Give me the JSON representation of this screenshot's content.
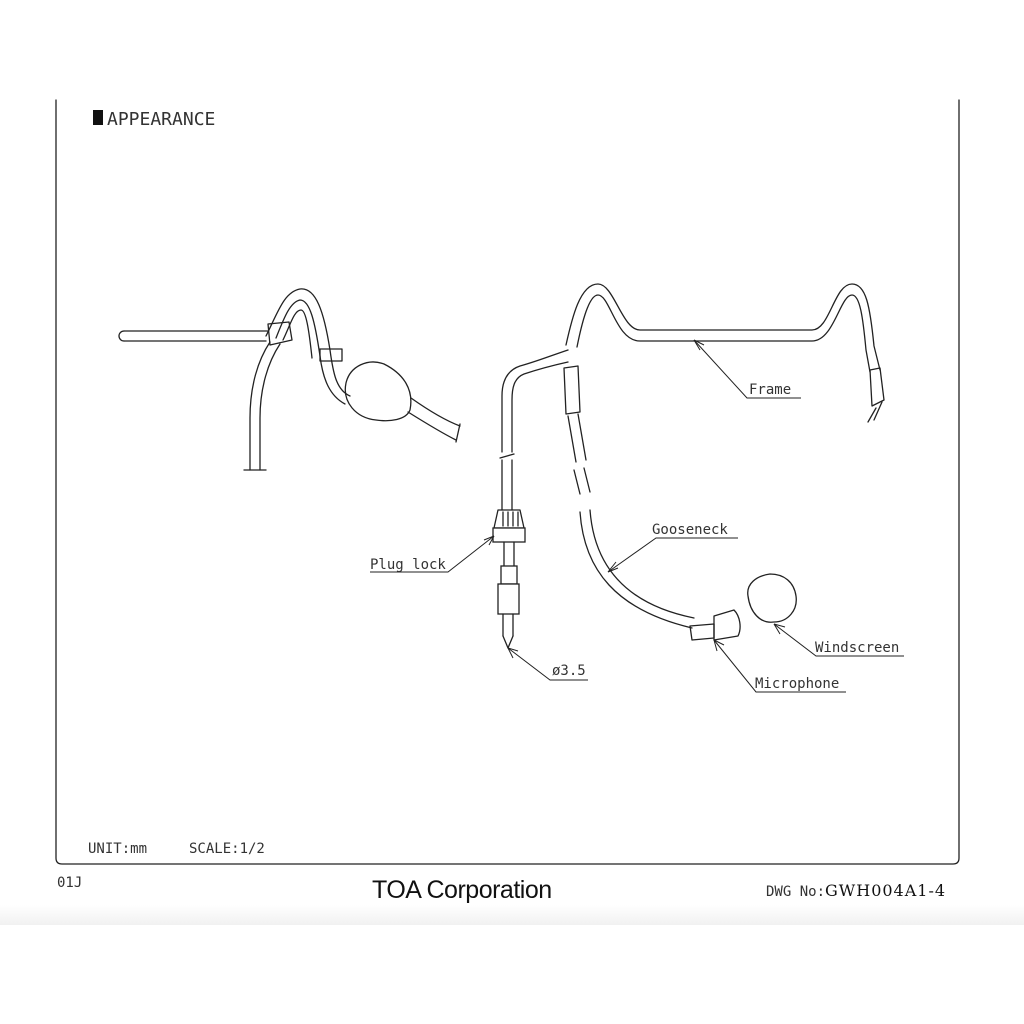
{
  "header": {
    "marker": "■",
    "title": "APPEARANCE"
  },
  "labels": {
    "frame": "Frame",
    "gooseneck": "Gooseneck",
    "plug_lock": "Plug lock",
    "plug_size": "ø3.5",
    "windscreen": "Windscreen",
    "microphone": "Microphone"
  },
  "info": {
    "unit": "UNIT:mm",
    "scale": "SCALE:1/2"
  },
  "footer": {
    "revision": "01J",
    "company": "TOA Corporation",
    "dwg_label": "DWG No:",
    "dwg_number": "GWH004A1-4"
  }
}
